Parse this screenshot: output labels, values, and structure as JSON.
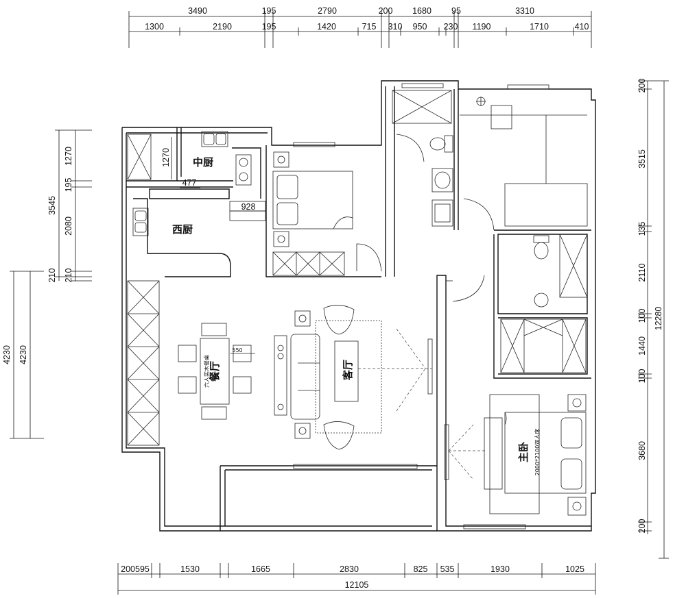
{
  "dimensions": {
    "top_outer": [
      "3490",
      "195",
      "2790",
      "200",
      "1680",
      "95",
      "3310"
    ],
    "top_inner": [
      "1300",
      "2190",
      "195",
      "1420",
      "715",
      "310",
      "950",
      "230",
      "1190",
      "1710",
      "410"
    ],
    "bottom_inner": [
      "200595",
      "1530",
      "1665",
      "2830",
      "825",
      "535",
      "1930",
      "1025"
    ],
    "bottom_total": "12105",
    "left_outer_a": "3545",
    "left_inner_a": [
      "1270",
      "195",
      "2080",
      "210",
      "210"
    ],
    "left_outer_b": "4230",
    "left_inner_b": "4230",
    "right_outer": "12280",
    "right_inner": [
      "200",
      "3515",
      "135",
      "2110",
      "100",
      "1440",
      "100",
      "3680",
      "200"
    ],
    "interior": [
      "1270",
      "477",
      "928",
      "550"
    ]
  },
  "rooms": {
    "middle_kitchen": "中厨",
    "western_kitchen": "西厨",
    "dining": "餐厅",
    "living": "客厅",
    "master_bedroom": "主卧"
  },
  "notes": {
    "dining_table": "六人实木餐桌",
    "bed": "2000*2100双人床"
  }
}
